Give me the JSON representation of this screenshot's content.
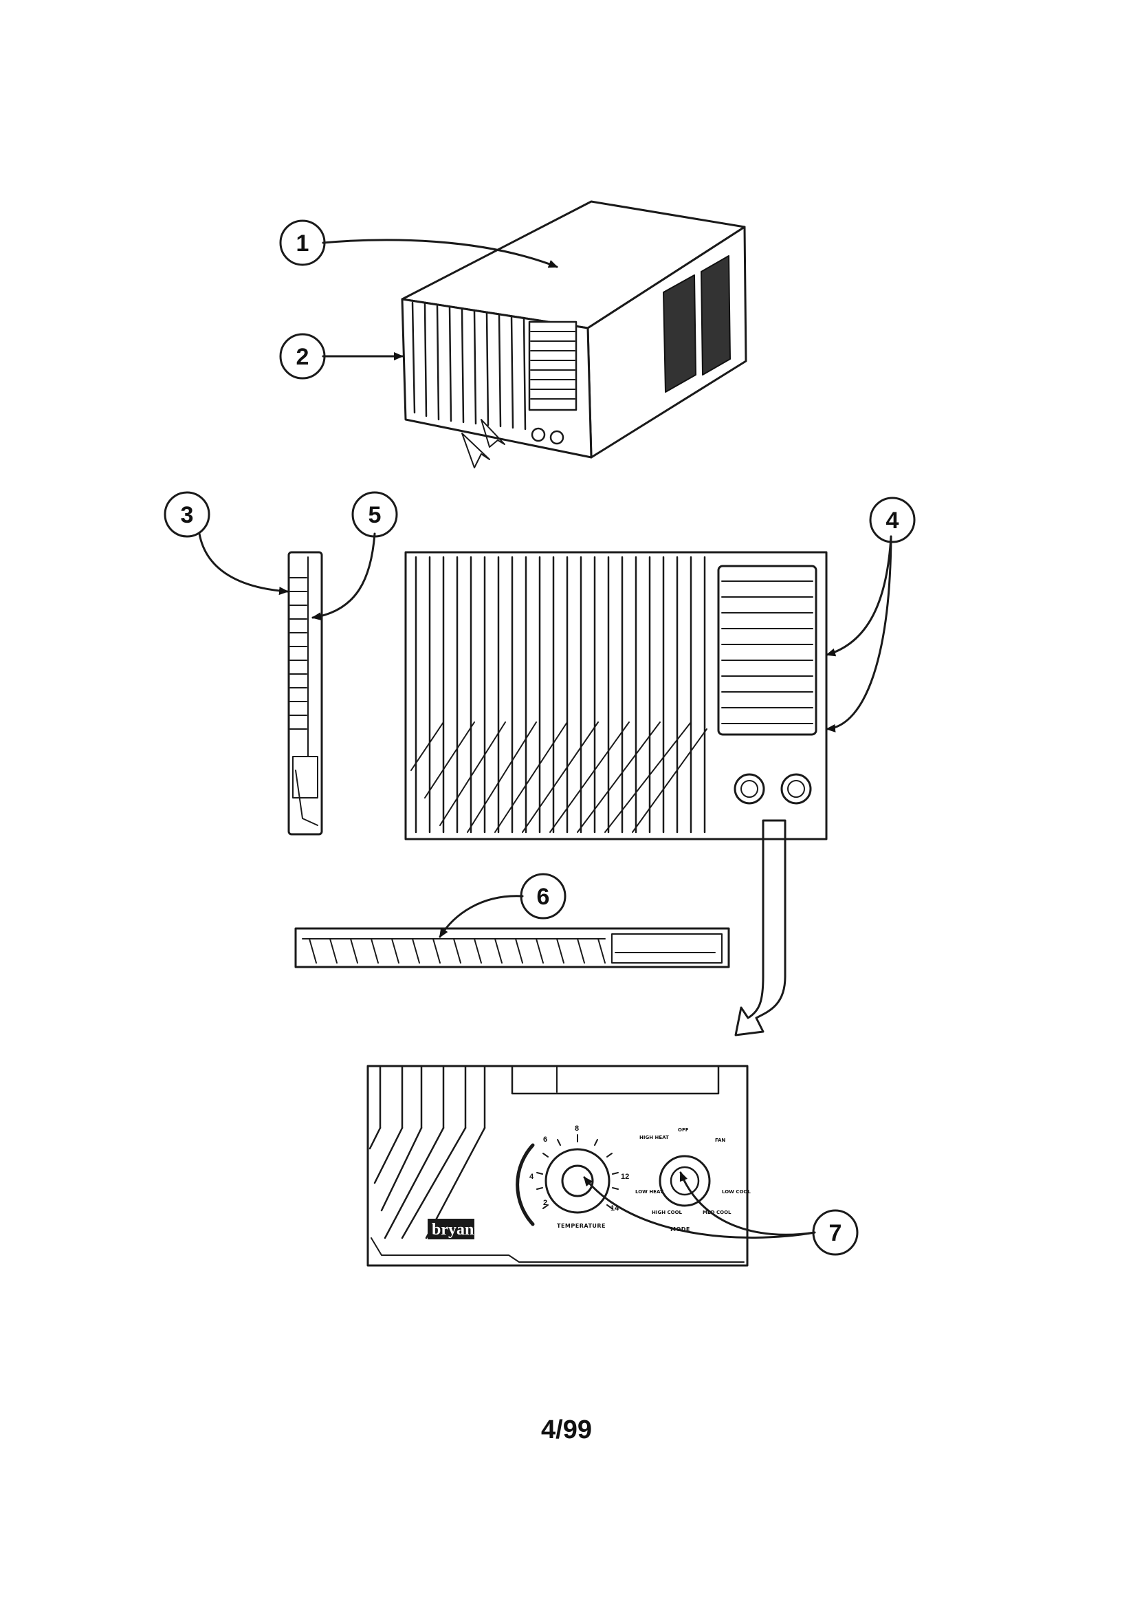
{
  "callouts": [
    {
      "id": "1",
      "label": "1"
    },
    {
      "id": "2",
      "label": "2"
    },
    {
      "id": "3",
      "label": "3"
    },
    {
      "id": "4",
      "label": "4"
    },
    {
      "id": "5",
      "label": "5"
    },
    {
      "id": "6",
      "label": "6"
    },
    {
      "id": "7",
      "label": "7"
    }
  ],
  "control_panel": {
    "brand": "bryant",
    "temperature_dial": {
      "ticks": [
        "2",
        "4",
        "6",
        "8",
        "12",
        "14"
      ],
      "caption": "TEMPERATURE"
    },
    "mode_dial": {
      "positions": [
        "OFF",
        "FAN",
        "LOW COOL",
        "MED COOL",
        "HIGH COOL",
        "LOW HEAT",
        "HIGH HEAT"
      ],
      "caption": "MODE"
    }
  },
  "footer": {
    "date": "4/99"
  }
}
